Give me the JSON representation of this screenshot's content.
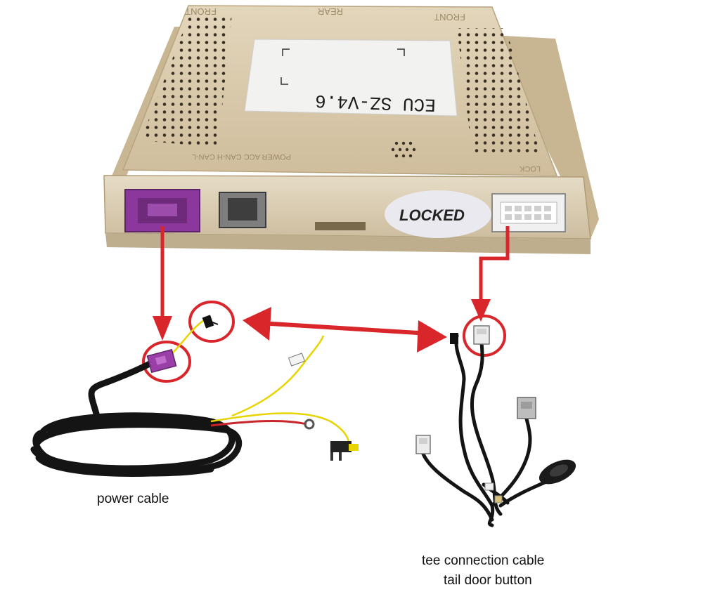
{
  "ecu": {
    "label": "ECU SZ-V4.6",
    "top_marks": [
      "FRONT",
      "REAR",
      "FRONT"
    ],
    "port_label_left": "POWER ACC CAN-H CAN-L",
    "port_label_right": "LOCK",
    "sticker_text": "LOCKED"
  },
  "captions": {
    "power_cable": "power cable",
    "tee_line1": "tee connection cable",
    "tee_line2": "tail door button"
  },
  "colors": {
    "ecu_body": "#d8c8aa",
    "power_connector": "#9a3fa8",
    "arrow_red": "#d9262b",
    "wire_black": "#141414",
    "wire_yellow": "#e7d400",
    "wire_red": "#c8262b"
  }
}
